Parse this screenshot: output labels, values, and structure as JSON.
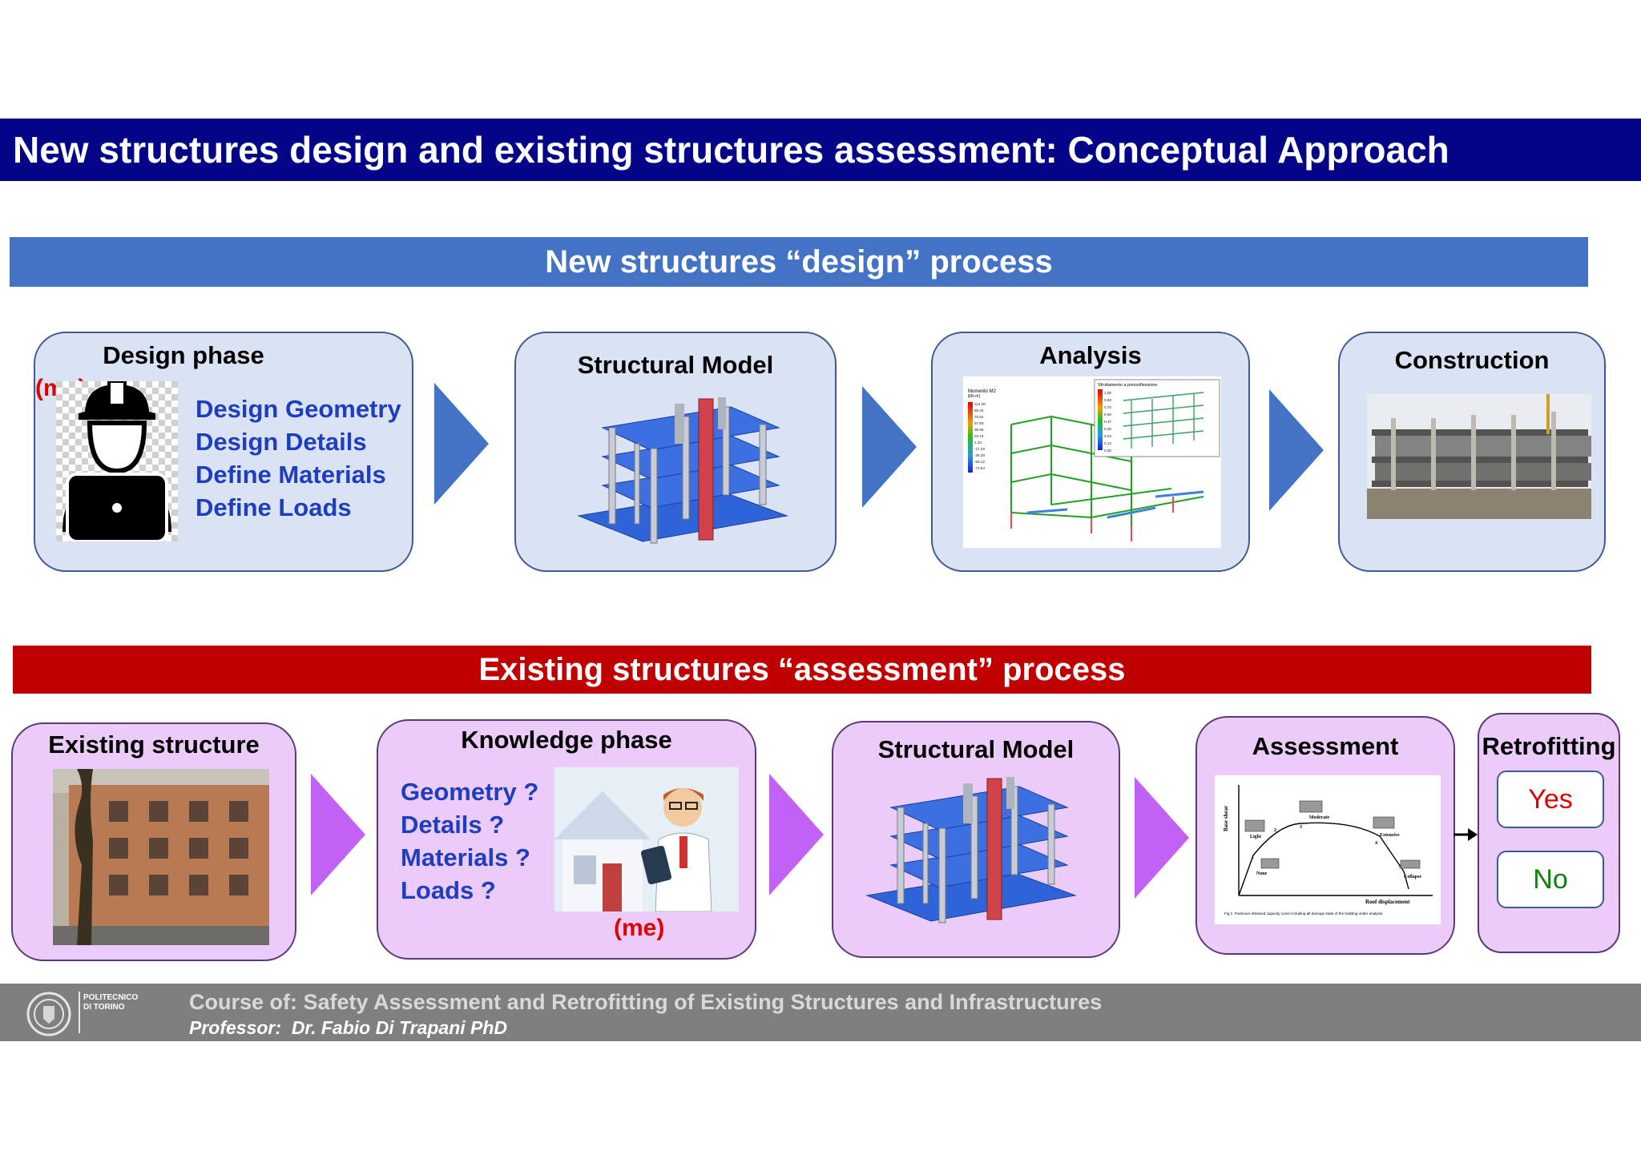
{
  "title": "New structures design and existing structures assessment: Conceptual Approach",
  "design_band": "New structures “design” process",
  "assessment_band": "Existing structures “assessment” process",
  "design_boxes": {
    "design_phase": {
      "title": "Design phase",
      "me": "(me)",
      "items": [
        "Design Geometry",
        "Design Details",
        "Define Materials",
        "Define Loads"
      ]
    },
    "structural_model": {
      "title": "Structural Model"
    },
    "analysis": {
      "title": "Analysis",
      "legend_left_title": "Momento M2",
      "legend_left_unit": "[kN·m]",
      "legend_left_values": [
        "114.26",
        "95.44",
        "76.62",
        "57.80",
        "38.98",
        "20.16",
        "1.34",
        "-17.48",
        "-36.30",
        "-55.12",
        "-73.94"
      ],
      "legend_right_title": "Sfruttamento a pressoflessione",
      "legend_right_values": [
        "1,00",
        "0,93",
        "0,70",
        "0,59",
        "0,47",
        "0,35",
        "0,23",
        "0,12",
        "0,00"
      ]
    },
    "construction": {
      "title": "Construction"
    }
  },
  "assessment_boxes": {
    "existing_structure": {
      "title": "Existing structure"
    },
    "knowledge_phase": {
      "title": "Knowledge phase",
      "items": [
        "Geometry ?",
        "Details ?",
        "Materials ?",
        "Loads ?"
      ],
      "me": "(me)"
    },
    "structural_model": {
      "title": "Structural Model"
    },
    "assessment": {
      "title": "Assessment",
      "y_label": "Base shear",
      "x_label": "Roof displacement",
      "states": [
        "None",
        "Light",
        "Moderate",
        "Extensive",
        "Collapse"
      ],
      "points": [
        "1",
        "2",
        "3",
        "4",
        "5"
      ],
      "caption": "Fig 1. Pushover-obtained capacity curve including all damage state of the building under analysis."
    },
    "retrofitting": {
      "title": "Retrofitting",
      "yes": "Yes",
      "no": "No"
    }
  },
  "footer": {
    "logo_line1": "POLITECNICO",
    "logo_line2": "DI TORINO",
    "course": "Course of: Safety Assessment and Retrofitting of Existing Structures and Infrastructures",
    "professor": "Professor:  Dr. Fabio Di Trapani PhD"
  },
  "colors": {
    "title_bar": "#040488",
    "design_band": "#4472c4",
    "assessment_band": "#c00000",
    "design_box": "#dae3f3",
    "assessment_box": "#ebccf8",
    "link_text": "#1f3dbf",
    "yes": "#e00000",
    "no": "#108010"
  }
}
